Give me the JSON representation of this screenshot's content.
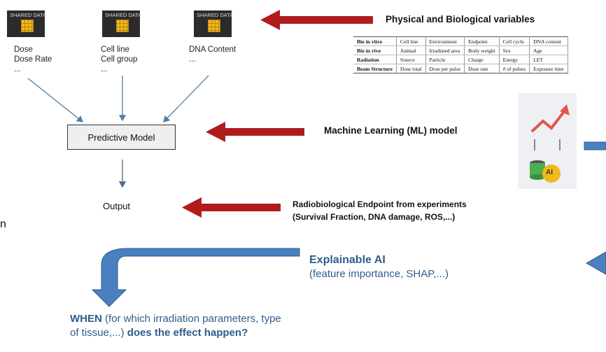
{
  "sources": [
    {
      "icon_label": "SHARED DATA",
      "line1": "Dose",
      "line2": "Dose Rate",
      "line3": "..."
    },
    {
      "icon_label": "SHARED DATA",
      "line1": "Cell line",
      "line2": "Cell group",
      "line3": "..."
    },
    {
      "icon_label": "SHARED DATA",
      "line1": "DNA Content",
      "line2": "...",
      "line3": ""
    }
  ],
  "model": {
    "label": "Predictive Model"
  },
  "output": {
    "label": "Output"
  },
  "physical": {
    "title": "Physical and Biological variables",
    "rows": [
      [
        "Bio in vitro",
        "Cell line",
        "Environment",
        "Endpoint",
        "Cell cycle",
        "DNA content"
      ],
      [
        "Bio in vivo",
        "Animal",
        "Irradiated area",
        "Body weight",
        "Sex",
        "Age"
      ],
      [
        "Radiation",
        "Source",
        "Particle",
        "Charge",
        "Energy",
        "LET"
      ],
      [
        "Beam Structure",
        "Dose total",
        "Dose per pulse",
        "Dose rate",
        "# of pulses",
        "Exposure time"
      ]
    ]
  },
  "ml": {
    "label": "Machine Learning (ML) model",
    "icon_text": "AI"
  },
  "endpoint": {
    "line1": "Radiobiological Endpoint from experiments",
    "line2": "(Survival Fraction, DNA damage, ROS,...)"
  },
  "xai": {
    "title": "Explainable AI",
    "subtitle": "(feature importance, SHAP,...)"
  },
  "conclusion": {
    "when": "WHEN",
    "middle1": " (for which irradiation parameters, type",
    "middle2": "of tissue,...) ",
    "end": "does the effect happen?"
  },
  "edge_fragment": "n",
  "colors": {
    "red_arrow": "#b01c1c",
    "blue_arrow": "#4a7fc1",
    "text_blue": "#2f5d8c"
  }
}
